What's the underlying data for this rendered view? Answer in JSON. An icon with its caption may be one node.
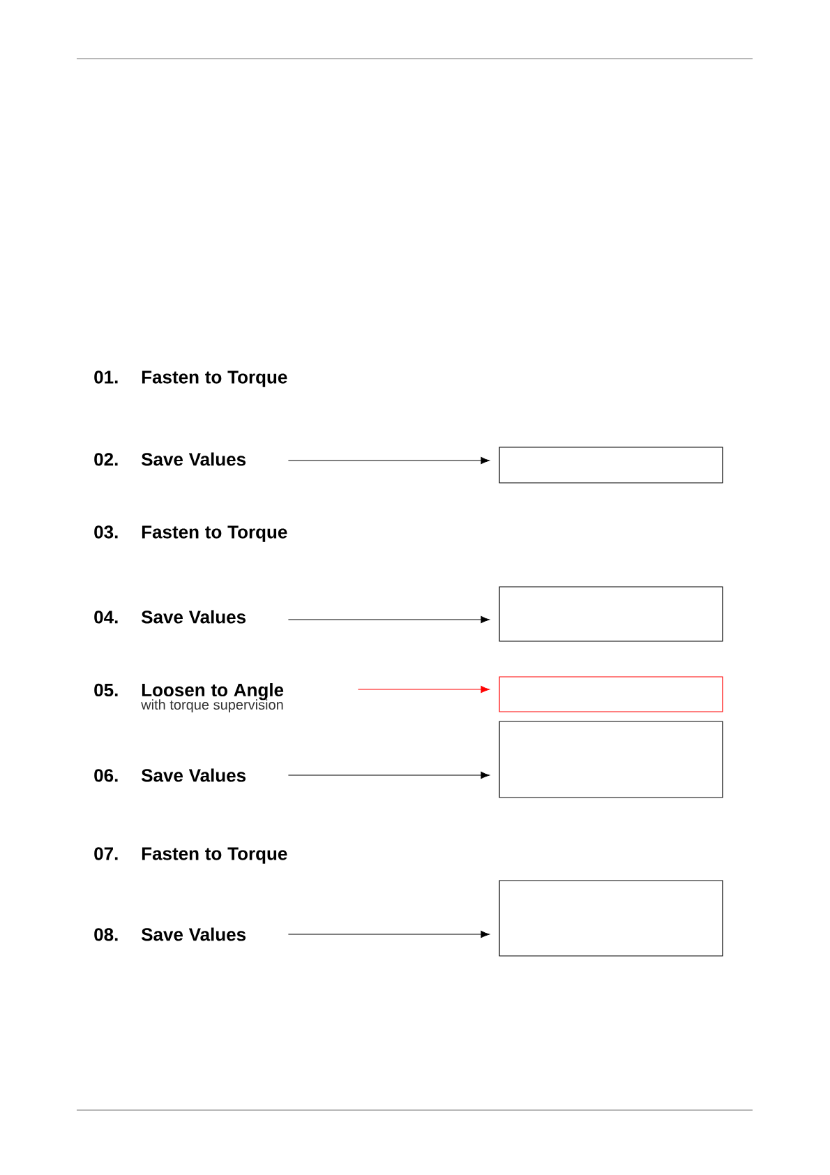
{
  "diagram": {
    "nodes": [
      {
        "text": [
          "01.",
          "Fasten to Torque"
        ]
      },
      {
        "text": [
          "02.",
          "Save Values"
        ]
      },
      {
        "text": [],
        "shape": "box"
      },
      {
        "text": [
          "03.",
          "Fasten to Torque"
        ]
      },
      {
        "text": [
          "04.",
          "Save Values"
        ]
      },
      {
        "text": [],
        "shape": "box"
      },
      {
        "text": [
          "05.",
          "Loosen to Angle",
          "with torque supervision"
        ]
      },
      {
        "text": [],
        "shape": "box"
      },
      {
        "text": [],
        "shape": "box"
      },
      {
        "text": [
          "06.",
          "Save Values"
        ]
      },
      {
        "text": [
          "07.",
          "Fasten to Torque"
        ]
      },
      {
        "text": [
          "08.",
          "Save Values"
        ]
      },
      {
        "text": [],
        "shape": "box"
      }
    ],
    "edges": [
      {
        "from": 1,
        "to": 2,
        "arrow": "to"
      },
      {
        "from": 4,
        "to": 5,
        "arrow": "to"
      },
      {
        "from": 6,
        "to": 7,
        "arrow": "to",
        "color": "#ff0000"
      },
      {
        "from": 9,
        "to": 8,
        "arrow": "to"
      },
      {
        "from": 11,
        "to": 12,
        "arrow": "to"
      }
    ]
  }
}
